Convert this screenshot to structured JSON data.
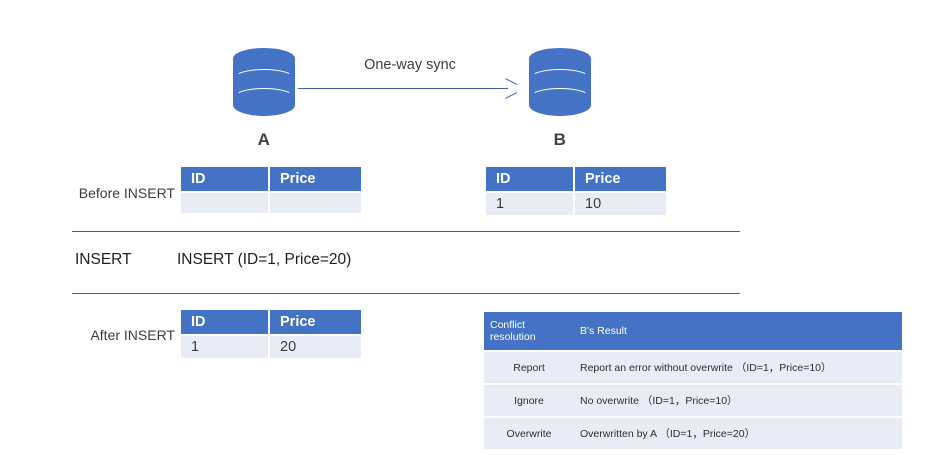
{
  "diagram": {
    "nodes": [
      {
        "id": "A",
        "label": "A",
        "icon": "database-cylinder-icon"
      },
      {
        "id": "B",
        "label": "B",
        "icon": "database-cylinder-icon"
      }
    ],
    "sync": {
      "label": "One-way sync",
      "direction": "A-to-B",
      "arrow_color": "#3a62a8"
    },
    "accent_color": "#4472c4",
    "row_color": "#e8ecf7",
    "rule_color": "#3a62a8"
  },
  "stages": {
    "before": {
      "label": "Before INSERT",
      "table_a": {
        "headers": [
          "ID",
          "Price"
        ],
        "rows": [
          [
            "",
            ""
          ]
        ]
      },
      "table_b": {
        "headers": [
          "ID",
          "Price"
        ],
        "rows": [
          [
            "1",
            "10"
          ]
        ]
      }
    },
    "operation": {
      "label": "INSERT",
      "statement": "INSERT (ID=1, Price=20)"
    },
    "after": {
      "label": "After INSERT",
      "table_a": {
        "headers": [
          "ID",
          "Price"
        ],
        "rows": [
          [
            "1",
            "20"
          ]
        ]
      }
    }
  },
  "conflict_table": {
    "headers": [
      "Conflict resolution",
      "B's Result"
    ],
    "rows": [
      [
        "Report",
        "Report an error without overwrite （ID=1，Price=10）"
      ],
      [
        "Ignore",
        "No overwrite （ID=1，Price=10）"
      ],
      [
        "Overwrite",
        "Overwritten by A （ID=1，Price=20）"
      ]
    ]
  }
}
